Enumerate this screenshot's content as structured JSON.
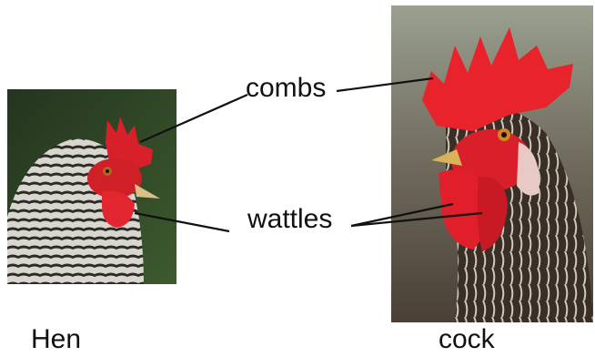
{
  "labels": {
    "combs": "combs",
    "wattles": "wattles"
  },
  "captions": {
    "hen": "Hen",
    "cock": "cock"
  },
  "colors": {
    "comb_red": "#e8232b",
    "line": "#111111"
  }
}
